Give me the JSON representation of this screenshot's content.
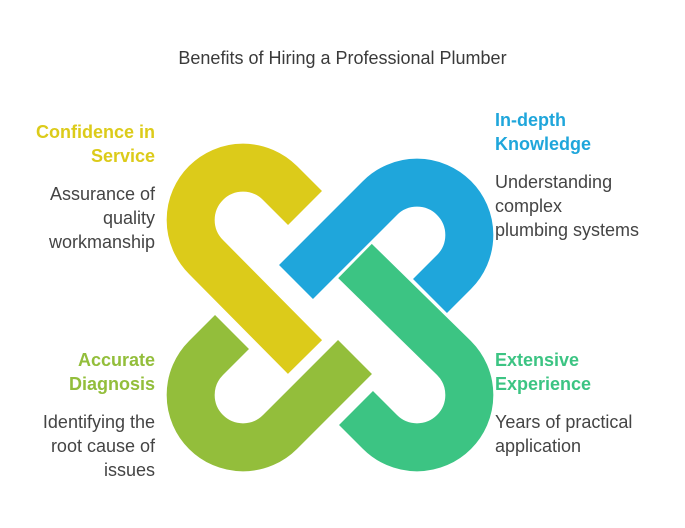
{
  "title": "Benefits of Hiring a Professional Plumber",
  "colors": {
    "yellow": "#DCCB1A",
    "blue": "#1FA6DB",
    "lime": "#93BE3B",
    "green": "#3CC483"
  },
  "items": [
    {
      "position": "top-left",
      "heading": "Confidence in Service",
      "heading_lines": [
        "Confidence in",
        "Service"
      ],
      "description_lines": [
        "Assurance of",
        "quality",
        "workmanship"
      ],
      "color": "#DCCB1A"
    },
    {
      "position": "top-right",
      "heading": "In-depth Knowledge",
      "heading_lines": [
        "In-depth",
        "Knowledge"
      ],
      "description_lines": [
        "Understanding",
        "complex",
        "plumbing systems"
      ],
      "color": "#1FA6DB"
    },
    {
      "position": "bottom-left",
      "heading": "Accurate Diagnosis",
      "heading_lines": [
        "Accurate",
        "Diagnosis"
      ],
      "description_lines": [
        "Identifying the",
        "root cause of",
        "issues"
      ],
      "color": "#93BE3B"
    },
    {
      "position": "bottom-right",
      "heading": "Extensive Experience",
      "heading_lines": [
        "Extensive",
        "Experience"
      ],
      "description_lines": [
        "Years of practical",
        "application"
      ],
      "color": "#3CC483"
    }
  ]
}
